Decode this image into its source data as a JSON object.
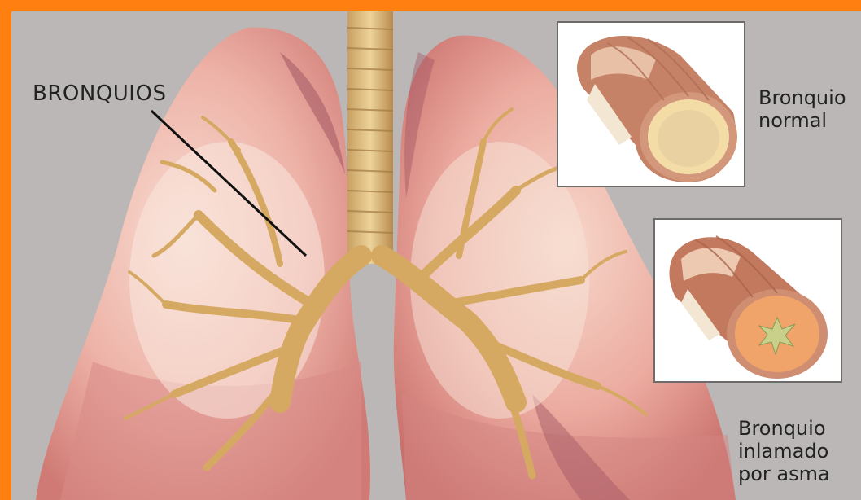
{
  "labels": {
    "bronchi": "BRONQUIOS",
    "normal_bronchus": "Bronquio\nnormal",
    "inflamed_bronchus": "Bronquio\ninlamado\npor asma"
  },
  "colors": {
    "frame": "#ff7f10",
    "background": "#bbb7b6",
    "lung": "#e79b93",
    "bronchial_tree": "#d6a963",
    "inset_border": "#6d6b6a"
  }
}
